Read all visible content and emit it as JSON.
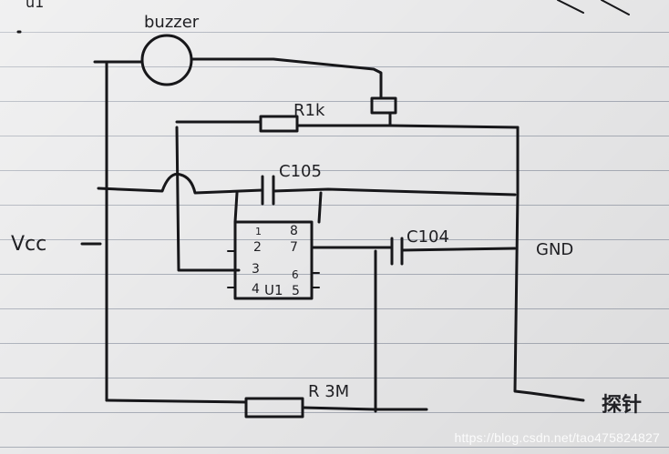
{
  "labels": {
    "corner_mark": "u1",
    "buzzer": "buzzer",
    "resistor_top": "R1k",
    "cap_top": "C105",
    "cap_mid": "C104",
    "vcc": "Vcc",
    "gnd": "GND",
    "resistor_bottom": "R 3M",
    "probe": "探针",
    "ic_name": "U1"
  },
  "ic_pins": {
    "p1": "1",
    "p2": "2",
    "p3": "3",
    "p4": "4",
    "p5": "5",
    "p6": "6",
    "p7": "7",
    "p8": "8"
  },
  "watermark": "https://blog.csdn.net/tao475824827",
  "colors": {
    "ink": "#17171a",
    "paper": "#e9e9ea",
    "rule_line": "#a9aeb8"
  }
}
